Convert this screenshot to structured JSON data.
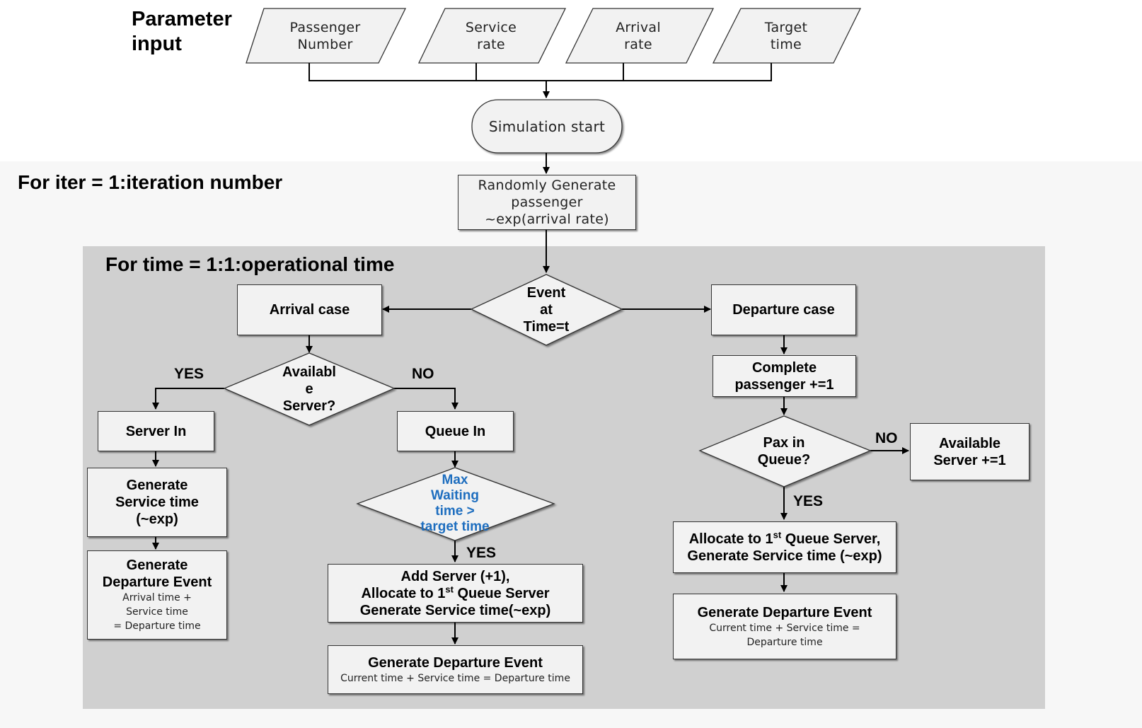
{
  "params": {
    "title_line1": "Parameter",
    "title_line2": "input",
    "items": [
      {
        "line1": "Passenger",
        "line2": "Number"
      },
      {
        "line1": "Service",
        "line2": "rate"
      },
      {
        "line1": "Arrival",
        "line2": "rate"
      },
      {
        "line1": "Target",
        "line2": "time"
      }
    ]
  },
  "start": "Simulation start",
  "iter_label": "For iter = 1:iteration number",
  "time_label": "For time = 1:1:operational time",
  "random_gen": {
    "line1": "Randomly Generate",
    "line2": "passenger",
    "line3": "~exp(arrival rate)"
  },
  "event": {
    "line1": "Event",
    "line2": "at",
    "line3": "Time=t"
  },
  "arrival_case": "Arrival case",
  "departure_case": "Departure case",
  "available_server": {
    "line1": "Availabl",
    "line2": "e",
    "line3": "Server?"
  },
  "yes": "YES",
  "no": "NO",
  "server_in": "Server In",
  "queue_in": "Queue In",
  "gen_service_left": {
    "line1": "Generate",
    "line2": "Service time",
    "line3": "(~exp)"
  },
  "gen_dep_left": {
    "line1": "Generate",
    "line2": "Departure Event",
    "sub1": "Arrival  time  +",
    "sub2": "Service  time",
    "sub3": "= Departure  time"
  },
  "max_wait": {
    "line1": "Max",
    "line2": "Waiting",
    "line3": "time >",
    "line4": "target time"
  },
  "add_server": {
    "line1": "Add Server (+1),",
    "line2a": "Allocate to 1",
    "line2sup": "st",
    "line2b": " Queue Server",
    "line3": "Generate Service time(~exp)"
  },
  "gen_dep_mid": {
    "title": "Generate Departure Event",
    "sub": "Current  time  + Service time  = Departure  time"
  },
  "complete": {
    "line1": "Complete",
    "line2": "passenger +=1"
  },
  "pax_queue": {
    "line1": "Pax in",
    "line2": "Queue?"
  },
  "avail_plus": {
    "line1": "Available",
    "line2": "Server +=1"
  },
  "allocate_right": {
    "line1a": "Allocate to 1",
    "line1sup": "st",
    "line1b": " Queue Server,",
    "line2": "Generate Service time (~exp)"
  },
  "gen_dep_right": {
    "title": "Generate Departure Event",
    "sub1": "Current  time  + Service  time  =",
    "sub2": "Departure  time"
  }
}
